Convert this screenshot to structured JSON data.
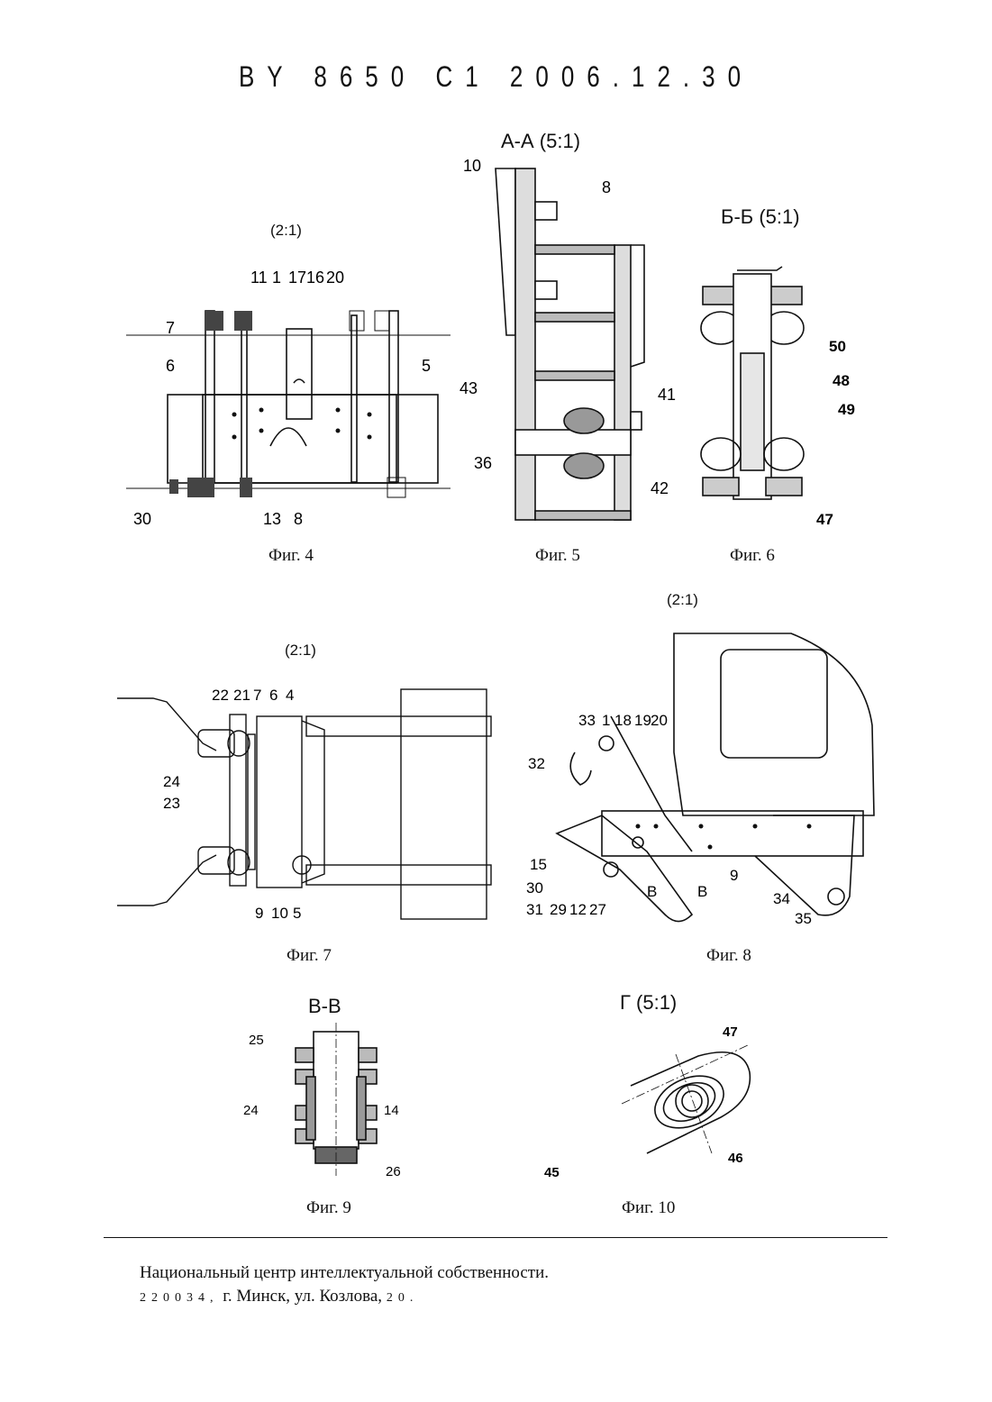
{
  "header": "BY 8650 C1 2006.12.30",
  "figures": {
    "fig4": {
      "caption": "Фиг. 4",
      "scale": "(2:1)",
      "labels": [
        "11",
        "1",
        "17",
        "16",
        "20",
        "7",
        "6",
        "5",
        "30",
        "13",
        "8"
      ]
    },
    "fig5": {
      "caption": "Фиг. 5",
      "title": "А-А (5:1)",
      "labels": [
        "10",
        "8",
        "43",
        "41",
        "36",
        "42"
      ]
    },
    "fig6": {
      "caption": "Фиг. 6",
      "title": "Б-Б (5:1)",
      "labels": [
        "50",
        "48",
        "49",
        "47"
      ]
    },
    "fig7": {
      "caption": "Фиг. 7",
      "scale": "(2:1)",
      "labels": [
        "22",
        "21",
        "7",
        "6",
        "4",
        "24",
        "23",
        "9",
        "10",
        "5"
      ]
    },
    "fig8": {
      "caption": "Фиг. 8",
      "scale": "(2:1)",
      "labels": [
        "33",
        "1",
        "18",
        "19",
        "20",
        "32",
        "15",
        "30",
        "31",
        "29",
        "12",
        "27",
        "9",
        "34",
        "35",
        "В",
        "В"
      ]
    },
    "fig9": {
      "caption": "Фиг. 9",
      "title": "В-В",
      "labels": [
        "25",
        "24",
        "14",
        "26"
      ]
    },
    "fig10": {
      "caption": "Фиг. 10",
      "title": "Г (5:1)",
      "labels": [
        "47",
        "45",
        "46"
      ]
    }
  },
  "footer": {
    "line1": "Национальный центр интеллектуальной собственности.",
    "line2_code": "220034,",
    "line2_text": " г. Минск, ул. Козлова, ",
    "line2_num": "20."
  }
}
